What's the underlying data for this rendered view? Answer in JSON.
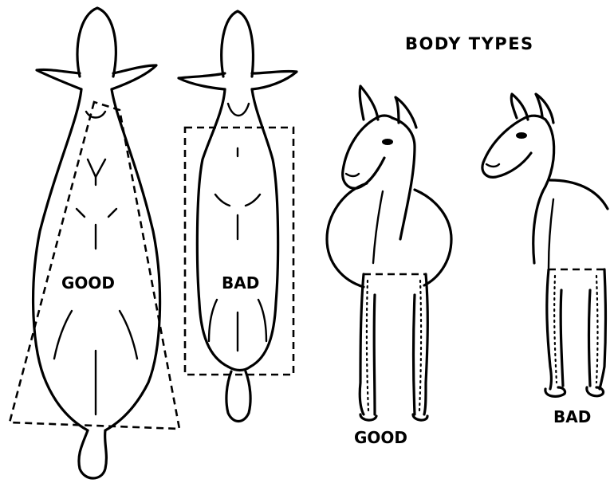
{
  "title": "BODY TYPES",
  "top_view": {
    "good_label": "GOOD",
    "bad_label": "BAD"
  },
  "front_view": {
    "good_label": "GOOD",
    "bad_label": "BAD"
  }
}
